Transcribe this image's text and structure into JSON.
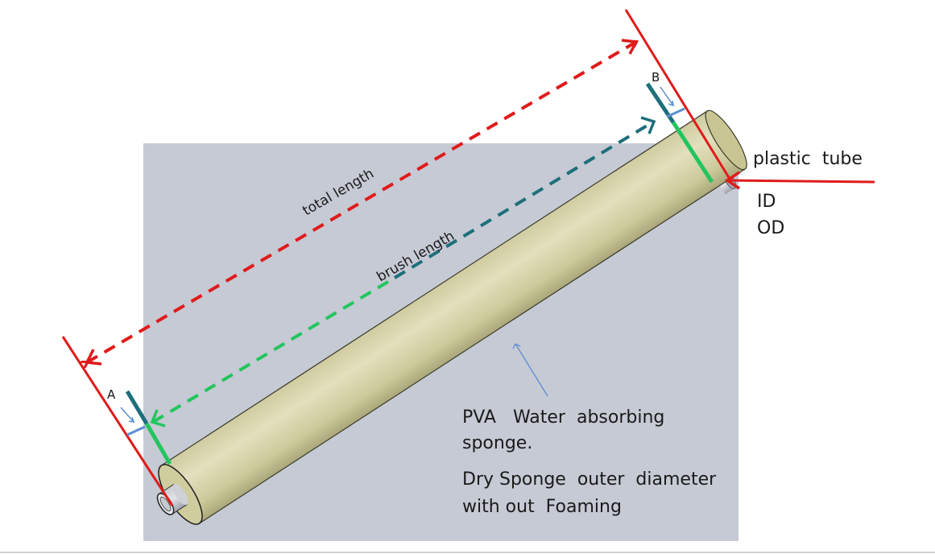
{
  "labels": {
    "total_length": "total length",
    "brush_length": "brush length",
    "point_a": "A",
    "point_b": "B",
    "plastic_tube": "plastic  tube",
    "id": "ID",
    "od": "OD",
    "pva_line1": "PVA   Water  absorbing",
    "pva_line2": "sponge.",
    "dry_line1": "Dry Sponge  outer  diameter",
    "dry_line2": "with out  Foaming"
  },
  "colors": {
    "background_panel": "#c6cad4",
    "sponge": "#d9d7ad",
    "tube": "#b9bcc4",
    "red_line": "#e01b1b",
    "teal_line": "#1d6f7b",
    "green_line": "#22c55e",
    "pointer_blue": "#5b8fd0"
  }
}
